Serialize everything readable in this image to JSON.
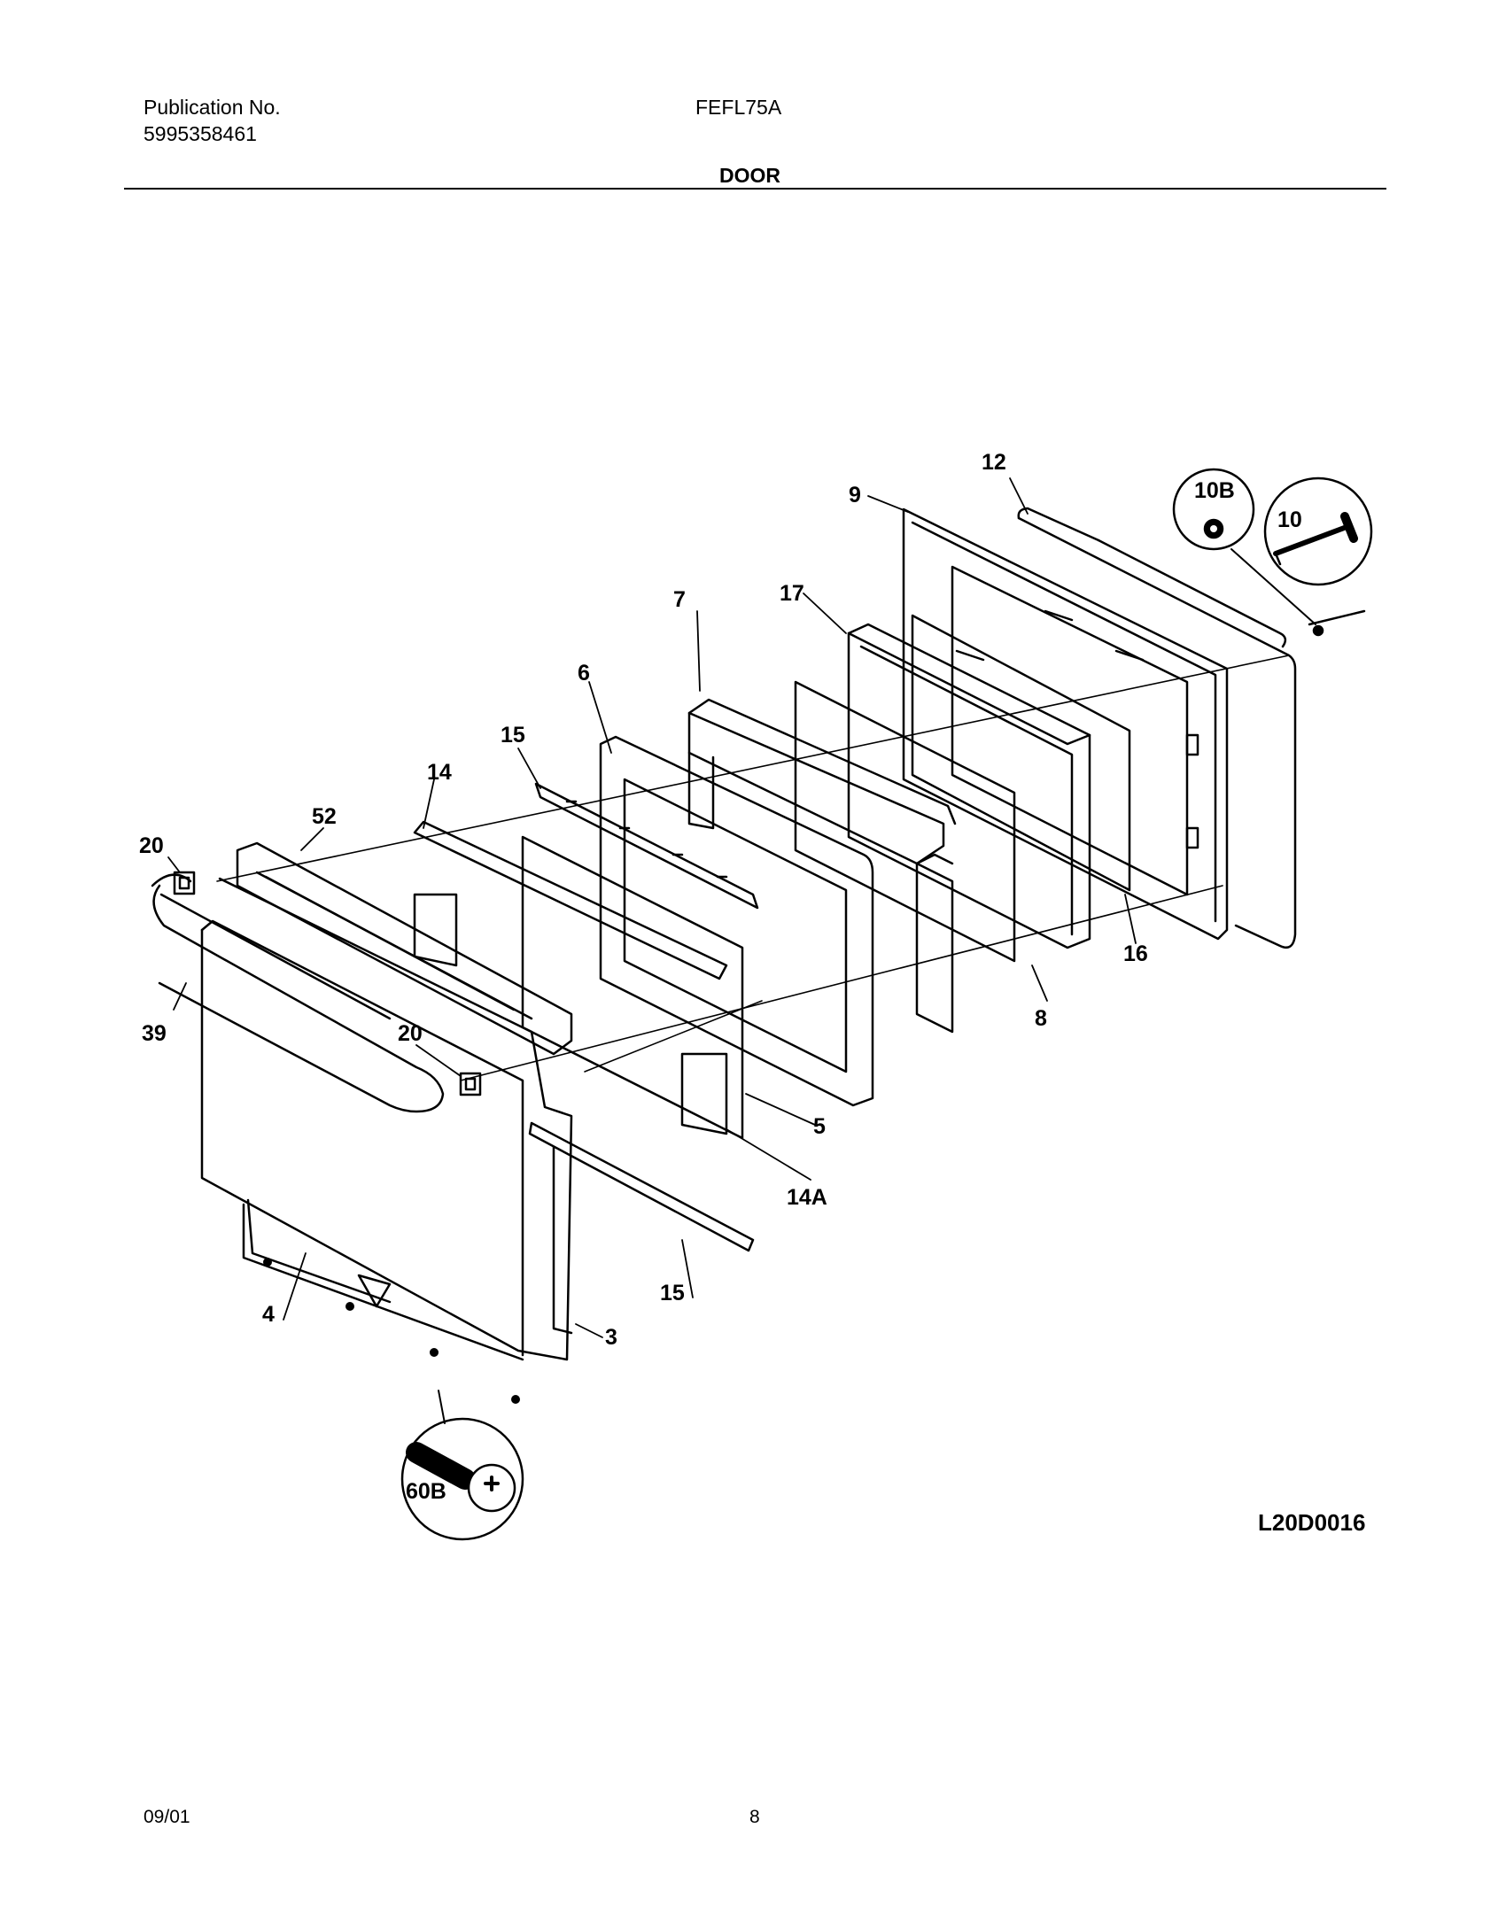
{
  "header": {
    "publication_label": "Publication No.",
    "publication_number": "5995358461",
    "model": "FEFL75A",
    "section": "DOOR"
  },
  "diagram": {
    "part_labels": [
      "12",
      "9",
      "10B",
      "10",
      "7",
      "17",
      "6",
      "15",
      "14",
      "52",
      "20",
      "39",
      "20",
      "16",
      "8",
      "5",
      "14A",
      "15",
      "4",
      "3",
      "60B"
    ],
    "drawing_code": "L20D0016"
  },
  "footer": {
    "date": "09/01",
    "page": "8"
  },
  "colors": {
    "ink": "#000000",
    "paper": "#ffffff"
  }
}
